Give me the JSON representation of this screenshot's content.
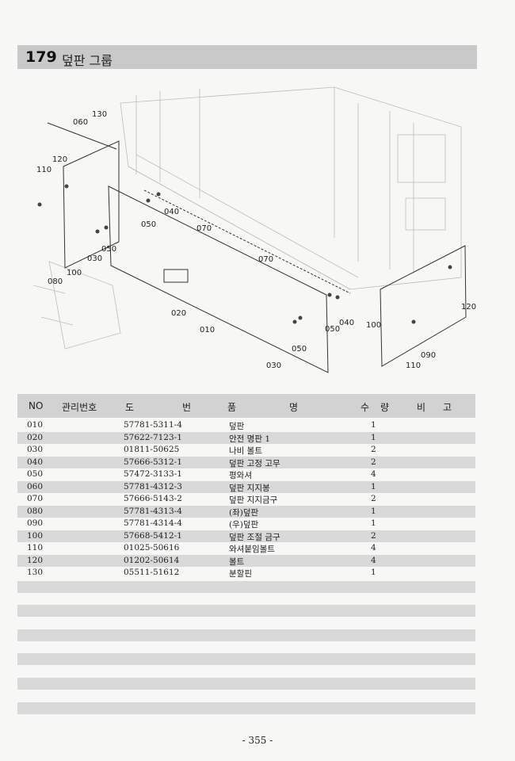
{
  "header": {
    "number": "179",
    "title": "덮판 그룹"
  },
  "diagram": {
    "callouts": [
      "130",
      "060",
      "120",
      "110",
      "040",
      "050",
      "030",
      "050",
      "100",
      "080",
      "070",
      "070",
      "020",
      "010",
      "050",
      "040",
      "050",
      "030",
      "100",
      "110",
      "090",
      "120"
    ]
  },
  "table": {
    "headers": [
      "NO",
      "관리번호",
      "도",
      "번",
      "품",
      "명",
      "수",
      "량",
      "비",
      "고"
    ],
    "rows": [
      {
        "no": "010",
        "part": "57781-5311-4",
        "name": "덮판",
        "qty": "1"
      },
      {
        "no": "020",
        "part": "57622-7123-1",
        "name": "안전 명판 1",
        "qty": "1"
      },
      {
        "no": "030",
        "part": "01811-50625",
        "name": "나비 볼트",
        "qty": "2"
      },
      {
        "no": "040",
        "part": "57666-5312-1",
        "name": "덮판 고정 고무",
        "qty": "2"
      },
      {
        "no": "050",
        "part": "57472-3133-1",
        "name": "평와셔",
        "qty": "4"
      },
      {
        "no": "060",
        "part": "57781-4312-3",
        "name": "덮판 지지봉",
        "qty": "1"
      },
      {
        "no": "070",
        "part": "57666-5143-2",
        "name": "덮판 지지금구",
        "qty": "2"
      },
      {
        "no": "080",
        "part": "57781-4313-4",
        "name": "(좌)덮판",
        "qty": "1"
      },
      {
        "no": "090",
        "part": "57781-4314-4",
        "name": "(우)덮판",
        "qty": "1"
      },
      {
        "no": "100",
        "part": "57668-5412-1",
        "name": "덮판 조절 금구",
        "qty": "2"
      },
      {
        "no": "110",
        "part": "01025-50616",
        "name": "와셔붙임볼트",
        "qty": "4"
      },
      {
        "no": "120",
        "part": "01202-50614",
        "name": "볼트",
        "qty": "4"
      },
      {
        "no": "130",
        "part": "05511-51612",
        "name": "분할핀",
        "qty": "1"
      }
    ]
  },
  "footer": {
    "page": "- 355 -"
  }
}
